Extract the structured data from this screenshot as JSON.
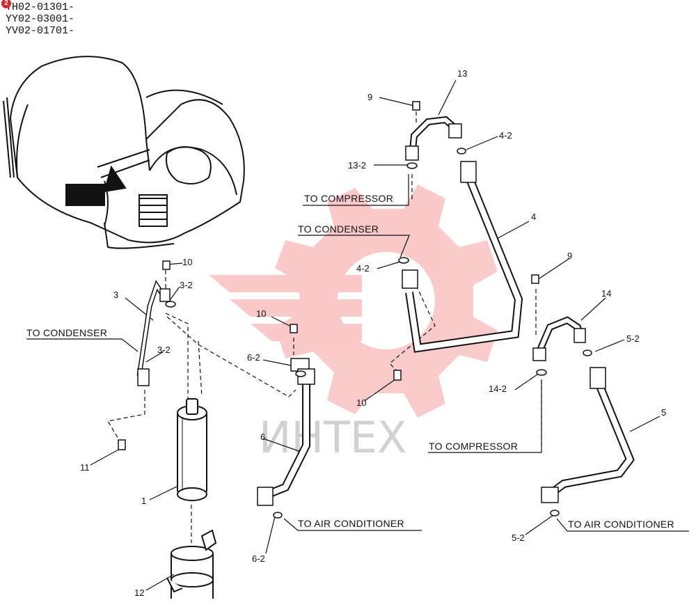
{
  "serials": [
    "YH02-01301-",
    "YY02-03001-",
    "YV02-01701-"
  ],
  "badge": "2",
  "watermark": "ИНТЕХ",
  "part_labels": [
    "13",
    "9",
    "4-2",
    "13-2",
    "4",
    "10",
    "3-2",
    "3",
    "9",
    "14",
    "10",
    "6-2",
    "3-2",
    "5-2",
    "4-2",
    "14-2",
    "5",
    "6",
    "10",
    "11",
    "1",
    "6-2",
    "5-2",
    "12"
  ],
  "destinations": [
    "TO COMPRESSOR",
    "TO CONDENSER",
    "TO CONDENSER",
    "TO COMPRESSOR",
    "TO AIR CONDITIONER",
    "TO AIR CONDITIONER"
  ],
  "colors": {
    "ink": "#111111",
    "watermark": "#f26a6a"
  }
}
